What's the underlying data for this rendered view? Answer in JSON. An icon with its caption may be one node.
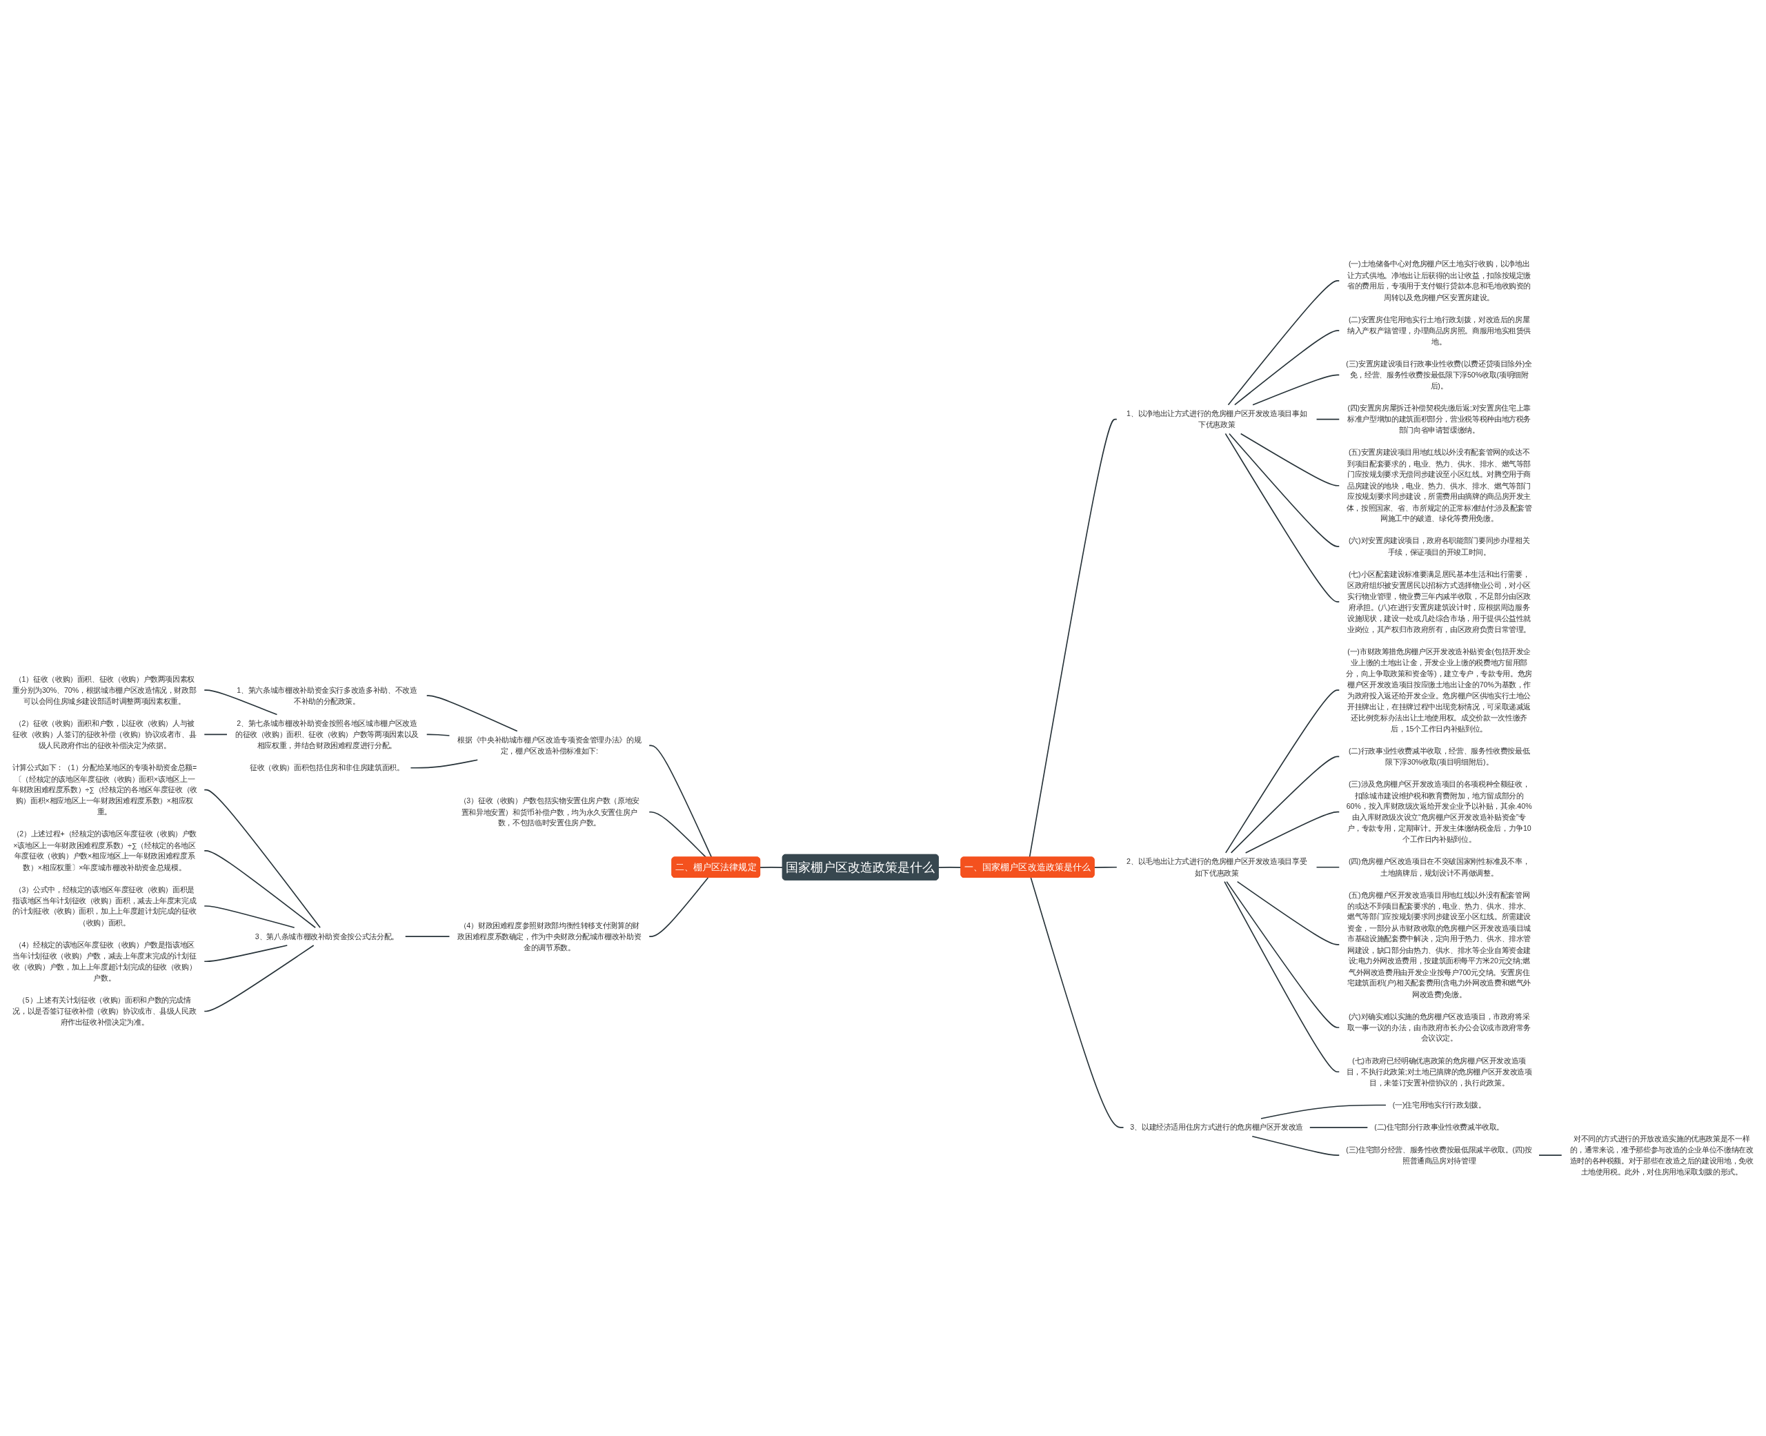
{
  "diagram": {
    "nodes": [
      {
        "text": [
          "国家棚户区改造政策是什么"
        ]
      },
      {
        "text": [
          "一、国家棚户区改造政策是什么"
        ]
      },
      {
        "text": [
          "1、以净地出让方式进行的危房棚户区开发改造项目事如下优惠政策"
        ]
      },
      {
        "text": [
          "(一)土地储备中心对危房棚户区土地实行收购，以净地出让方式供地。净地出让后获得的出让收益，扣除按规定缴省的费用后，专项用于支付银行贷款本息和毛地收购资的周转以及危房棚户区安置房建设。"
        ]
      },
      {
        "text": [
          "(二)安置房住宅用地实行土地行政划拨，对改造后的房屋纳入产权产籍管理，办理商品房房照。商服用地实租赁供地。"
        ]
      },
      {
        "text": [
          "(三)安置房建设项目行政事业性收费(以费还贷项目除外)全免，经营、服务性收费按最低限下浮50%收取(项明细附后)。"
        ]
      },
      {
        "text": [
          "(四)安置房房屋拆迁补偿契税先缴后返;对安置房住宅上靠标准户型增加的建筑面积部分，营业税等税种由地方税务部门向省申请暂缓缴纳。"
        ]
      },
      {
        "text": [
          "(五)安置房建设项目用地红线以外没有配套管网的或达不到项目配套要求的，电业、热力、供水、排水、燃气等部门应按规划要求无偿同步建设至小区红线。对腾空用于商品房建设的地块，电业、热力、供水、排水、燃气等部门应按规划要求同步建设，所需费用由摘牌的商品房开发主体，按照国家、省、市所规定的正常标准结付;涉及配套管网施工中的破道、绿化等费用免缴。"
        ]
      },
      {
        "text": [
          "(六)对安置房建设项目，政府各职能部门要同步办理相关手续，保证项目的开竣工时间。"
        ]
      },
      {
        "text": [
          "(七)小区配套建设标准要满足居民基本生活和出行需要，区政府组织被安置居民以招标方式选择物业公司，对小区实行物业管理，物业费三年内减半收取，不足部分由区政府承担。(八)在进行安置房建筑设计时，应根据周边服务设施现状，建设一处或几处综合市场，用于提供公益性就业岗位，其产权归市政府所有，由区政府负责日常管理。"
        ]
      },
      {
        "text": [
          "2、以毛地出让方式进行的危房棚户区开发改造项目享受如下优惠政策"
        ]
      },
      {
        "text": [
          "(一)市财政筹措危房棚户区开发改造补贴资金(包括开发企业上缴的土地出让金，开发企业上缴的税费地方留用部分，向上争取政策和资金等)，建立专户，专款专用。危房棚户区开发改造项目按应缴土地出让金的70%为基数，作为政府投入返还给开发企业。危房棚户区供地实行土地公开挂牌出让，在挂牌过程中出现竞标情况，可采取递减返还比例竞标办法出让土地使用权。成交价款一次性缴齐后，15个工作日内补贴到位。"
        ]
      },
      {
        "text": [
          "(二)行政事业性收费减半收取，经营、服务性收费按最低限下浮30%收取(项目明细附后)。"
        ]
      },
      {
        "text": [
          "(三)涉及危房棚户区开发改造项目的各项税种全额征收，扣除城市建设维护税和教育费附加，地方留成部分的60%，按入库财政级次返给开发企业予以补贴，其余.40%由入库财政级次设立“危房棚户区开发改造补贴资金”专户，专款专用，定期审计。开发主体缴纳税金后，力争10个工作日内补贴到位。"
        ]
      },
      {
        "text": [
          "(四)危房棚户区改造项目在不突破国家刚性标准及不率，土地摘牌后，规划设计不再做调整。"
        ]
      },
      {
        "text": [
          "(五)危房棚户区开发改造项目用地红线以外没有配套管网的或达不到项目配套要求的，电业、热力、供水、排水、燃气等部门应按规划要求同步建设至小区红线。所需建设资金，一部分从市财政收取的危房棚户区开发改造项目城市基础设施配套费中解决，定向用于热力、供水、排水管网建设，缺口部分由热力、供水、排水等企业自筹资金建设;电力外网改造费用，按建筑面积每平方米20元交纳;燃气外网改造费用由开发企业按每户700元交纳。安置房住宅建筑面积(户)相关配套费用(含电力外网改造费和燃气外网改造费)免缴。"
        ]
      },
      {
        "text": [
          "(六)对确实难以实施的危房棚户区改造项目，市政府将采取一事一议的办法，由市政府市长办公会议或市政府常务会议议定。"
        ]
      },
      {
        "text": [
          "(七)市政府已经明确优惠政策的危房棚户区开发改造项目，不执行此政策;对土地已摘牌的危房棚户区开发改造项目，未签订安置补偿协议的，执行此政策。"
        ]
      },
      {
        "text": [
          "3、以建经济适用住房方式进行的危房棚户区开发改造"
        ]
      },
      {
        "text": [
          "(一)住宅用地实行行政划拨。"
        ]
      },
      {
        "text": [
          "(二)住宅部分行政事业性收费减半收取。"
        ]
      },
      {
        "text": [
          "(三)住宅部分经营、服务性收费按最低限减半收取。(四)按照普通商品房对待管理"
        ]
      },
      {
        "text": [
          "对不同的方式进行的开放改造实施的优惠政策是不一样的，通常来说，准予那些参与改造的企业单位不缴纳在改造时的各种税额。对于那些在改造之后的建设用地，免收土地使用税。此外，对住房用地采取划拨的形式。"
        ]
      },
      {
        "text": [
          "二、棚户区法律规定"
        ]
      },
      {
        "text": [
          "根据《中央补助城市棚户区改造专项资金管理办法》的规定，棚户区改造补偿标准如下:"
        ]
      },
      {
        "text": [
          "1、第六条城市棚改补助资金实行多改造多补助、不改造不补助的分配政策。"
        ]
      },
      {
        "text": [
          "2、第七条城市棚改补助资金按照各地区城市棚户区改造的征收（收购）面积、征收（收购）户数等两项因素以及相应权重，并结合财政困难程度进行分配。"
        ]
      },
      {
        "text": [
          "（1）征收（收购）面积、征收（收购）户数两项因素权重分别为30%、70%，根据城市棚户区改造情况，财政部可以会同住房城乡建设部适时调整两项因素权重。"
        ]
      },
      {
        "text": [
          "（2）征收（收购）面积和户数，以征收（收购）人与被征收（收购）人签订的征收补偿（收购）协议或者市、县级人民政府作出的征收补偿决定为依据。"
        ]
      },
      {
        "text": [
          "征收（收购）面积包括住房和非住房建筑面积。"
        ]
      },
      {
        "text": [
          "（3）征收（收购）户数包括实物安置住房户数（原地安置和异地安置）和货币补偿户数，均为永久安置住房户数，不包括临时安置住房户数。"
        ]
      },
      {
        "text": [
          "（4）财政困难程度参照财政部均衡性转移支付测算的财政困难程度系数确定，作为中央财政分配城市棚改补助资金的调节系数。"
        ]
      },
      {
        "text": [
          "3、第八条城市棚改补助资金按公式法分配。"
        ]
      },
      {
        "text": [
          "计算公式如下：（1）分配给某地区的专项补助资金总额=〔（经核定的该地区年度征收（收购）面积×该地区上一年财政困难程度系数）÷∑（经核定的各地区年度征收（收购）面积×相应地区上一年财政困难程度系数）×相应权重。"
        ]
      },
      {
        "text": [
          "（2）上述过程+（经核定的该地区年度征收（收购）户数×该地区上一年财政困难程度系数）÷∑（经核定的各地区年度征收（收购）户数×相应地区上一年财政困难程度系数）×相应权重〕×年度城市棚改补助资金总规模。"
        ]
      },
      {
        "text": [
          "（3）公式中，经核定的该地区年度征收（收购）面积是指该地区当年计划征收（收购）面积，减去上年度末完成的计划征收（收购）面积，加上上年度超计划完成的征收（收购）面积。"
        ]
      },
      {
        "text": [
          "（4）经核定的该地区年度征收（收购）户数是指该地区当年计划征收（收购）户数，减去上年度末完成的计划征收（收购）户数，加上上年度超计划完成的征收（收购）户数。"
        ]
      },
      {
        "text": [
          "（5）上述有关计划征收（收购）面积和户数的完成情况，以是否签订征收补偿（收购）协议或市、县级人民政府作出征收补偿决定为准。"
        ]
      }
    ],
    "edges": [
      {
        "from": 0,
        "to": 1,
        "arrow": "none"
      },
      {
        "from": 1,
        "to": 2,
        "arrow": "none"
      },
      {
        "from": 2,
        "to": 3,
        "arrow": "none"
      },
      {
        "from": 2,
        "to": 4,
        "arrow": "none"
      },
      {
        "from": 2,
        "to": 5,
        "arrow": "none"
      },
      {
        "from": 2,
        "to": 6,
        "arrow": "none"
      },
      {
        "from": 2,
        "to": 7,
        "arrow": "none"
      },
      {
        "from": 2,
        "to": 8,
        "arrow": "none"
      },
      {
        "from": 2,
        "to": 9,
        "arrow": "none"
      },
      {
        "from": 1,
        "to": 10,
        "arrow": "none"
      },
      {
        "from": 10,
        "to": 11,
        "arrow": "none"
      },
      {
        "from": 10,
        "to": 12,
        "arrow": "none"
      },
      {
        "from": 10,
        "to": 13,
        "arrow": "none"
      },
      {
        "from": 10,
        "to": 14,
        "arrow": "none"
      },
      {
        "from": 10,
        "to": 15,
        "arrow": "none"
      },
      {
        "from": 10,
        "to": 16,
        "arrow": "none"
      },
      {
        "from": 10,
        "to": 17,
        "arrow": "none"
      },
      {
        "from": 1,
        "to": 18,
        "arrow": "none"
      },
      {
        "from": 18,
        "to": 19,
        "arrow": "none"
      },
      {
        "from": 18,
        "to": 20,
        "arrow": "none"
      },
      {
        "from": 18,
        "to": 21,
        "arrow": "none"
      },
      {
        "from": 21,
        "to": 22,
        "arrow": "none"
      },
      {
        "from": 23,
        "to": 0,
        "arrow": "none"
      },
      {
        "from": 24,
        "to": 23,
        "arrow": "none"
      },
      {
        "from": 30,
        "to": 23,
        "arrow": "none"
      },
      {
        "from": 31,
        "to": 23,
        "arrow": "none"
      },
      {
        "from": 25,
        "to": 24,
        "arrow": "none"
      },
      {
        "from": 26,
        "to": 24,
        "arrow": "none"
      },
      {
        "from": 29,
        "to": 24,
        "arrow": "none"
      },
      {
        "from": 27,
        "to": 26,
        "arrow": "none"
      },
      {
        "from": 28,
        "to": 26,
        "arrow": "none"
      },
      {
        "from": 32,
        "to": 31,
        "arrow": "none"
      },
      {
        "from": 33,
        "to": 32,
        "arrow": "none"
      },
      {
        "from": 34,
        "to": 32,
        "arrow": "none"
      },
      {
        "from": 35,
        "to": 32,
        "arrow": "none"
      },
      {
        "from": 36,
        "to": 32,
        "arrow": "none"
      },
      {
        "from": 37,
        "to": 32,
        "arrow": "none"
      }
    ]
  }
}
